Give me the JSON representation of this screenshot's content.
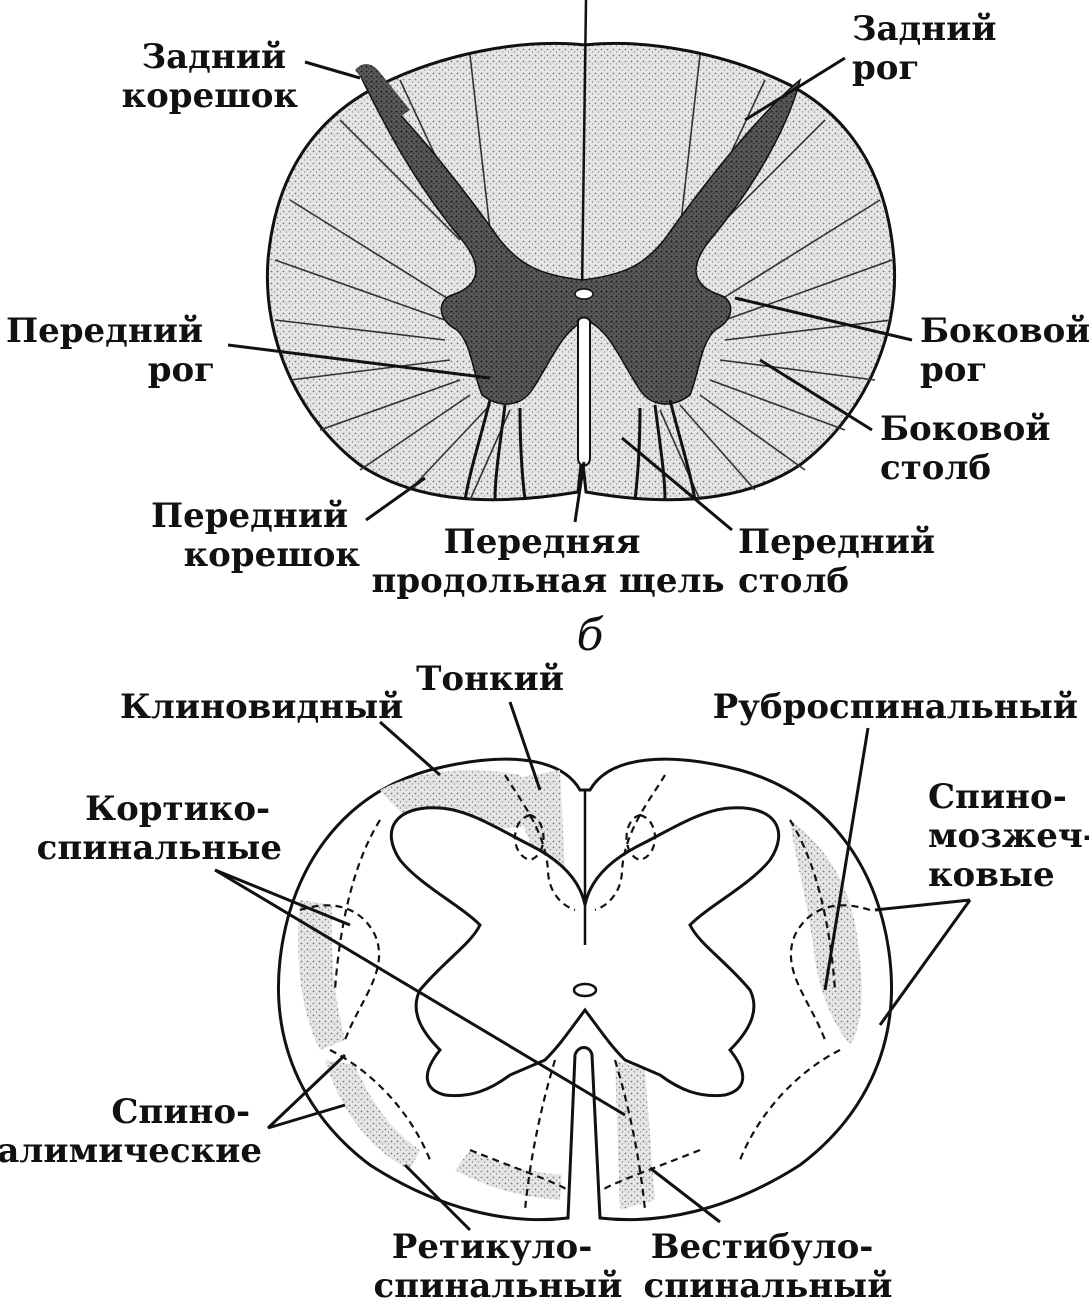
{
  "panel_a": {
    "labels": {
      "dorsal_root": [
        "Задний",
        "корешок"
      ],
      "dorsal_horn": [
        "Задний",
        "рог"
      ],
      "ventral_horn": [
        "Передний",
        "рог"
      ],
      "lateral_horn": [
        "Боковой",
        "рог"
      ],
      "lateral_column": [
        "Боковой",
        "столб"
      ],
      "ventral_root": [
        "Передний",
        "корешок"
      ],
      "anterior_fissure": [
        "Передняя",
        "продольная щель"
      ],
      "anterior_column": [
        "Передний",
        "столб"
      ]
    }
  },
  "panel_b": {
    "letter": "б",
    "labels": {
      "cuneate": [
        "Клиновидный"
      ],
      "gracile": [
        "Тонкий"
      ],
      "rubrospinal": [
        "Руброспинальный"
      ],
      "corticospinal": [
        "Кортико-",
        "спинальные"
      ],
      "spinocerebellar": [
        "Спино-",
        "мозжеч-",
        "ковые"
      ],
      "spinothalamic": [
        "Спино-",
        "талимические"
      ],
      "reticulospinal": [
        "Ретикуло-",
        "спинальный"
      ],
      "vestibulospinal": [
        "Вестибуло-",
        "спинальный"
      ]
    }
  },
  "colors": {
    "ink": "#111111",
    "stipple": "#9a9a9a",
    "background": "#ffffff"
  }
}
